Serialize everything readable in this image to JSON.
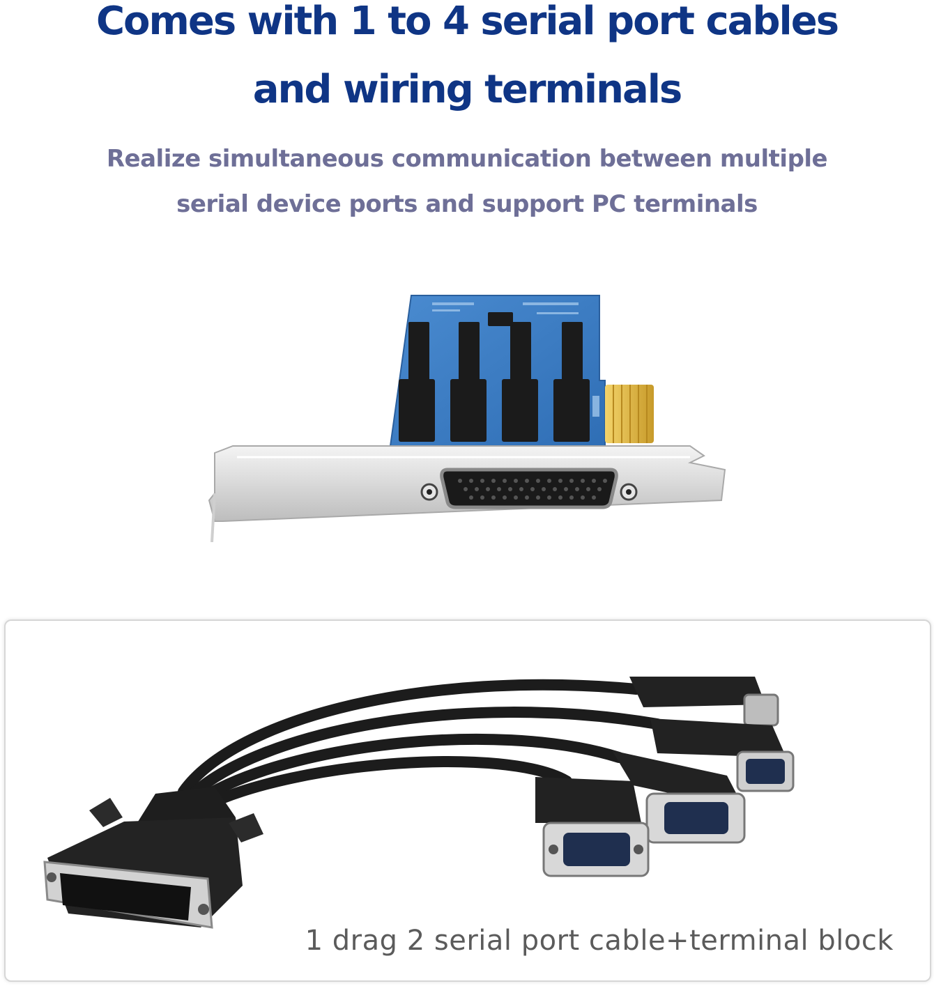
{
  "header": {
    "title_line1": "Comes with 1 to 4 serial port cables",
    "title_line2": "and wiring terminals",
    "subtitle_line1": "Realize simultaneous communication between multiple",
    "subtitle_line2": "serial device ports and support PC terminals"
  },
  "cable_panel": {
    "caption": "1 drag 2 serial port cable+terminal block"
  },
  "colors": {
    "title": "#0f3585",
    "subtitle": "#6e6f97",
    "pcb": "#3f7fc4",
    "caption": "#5b5b5b"
  }
}
